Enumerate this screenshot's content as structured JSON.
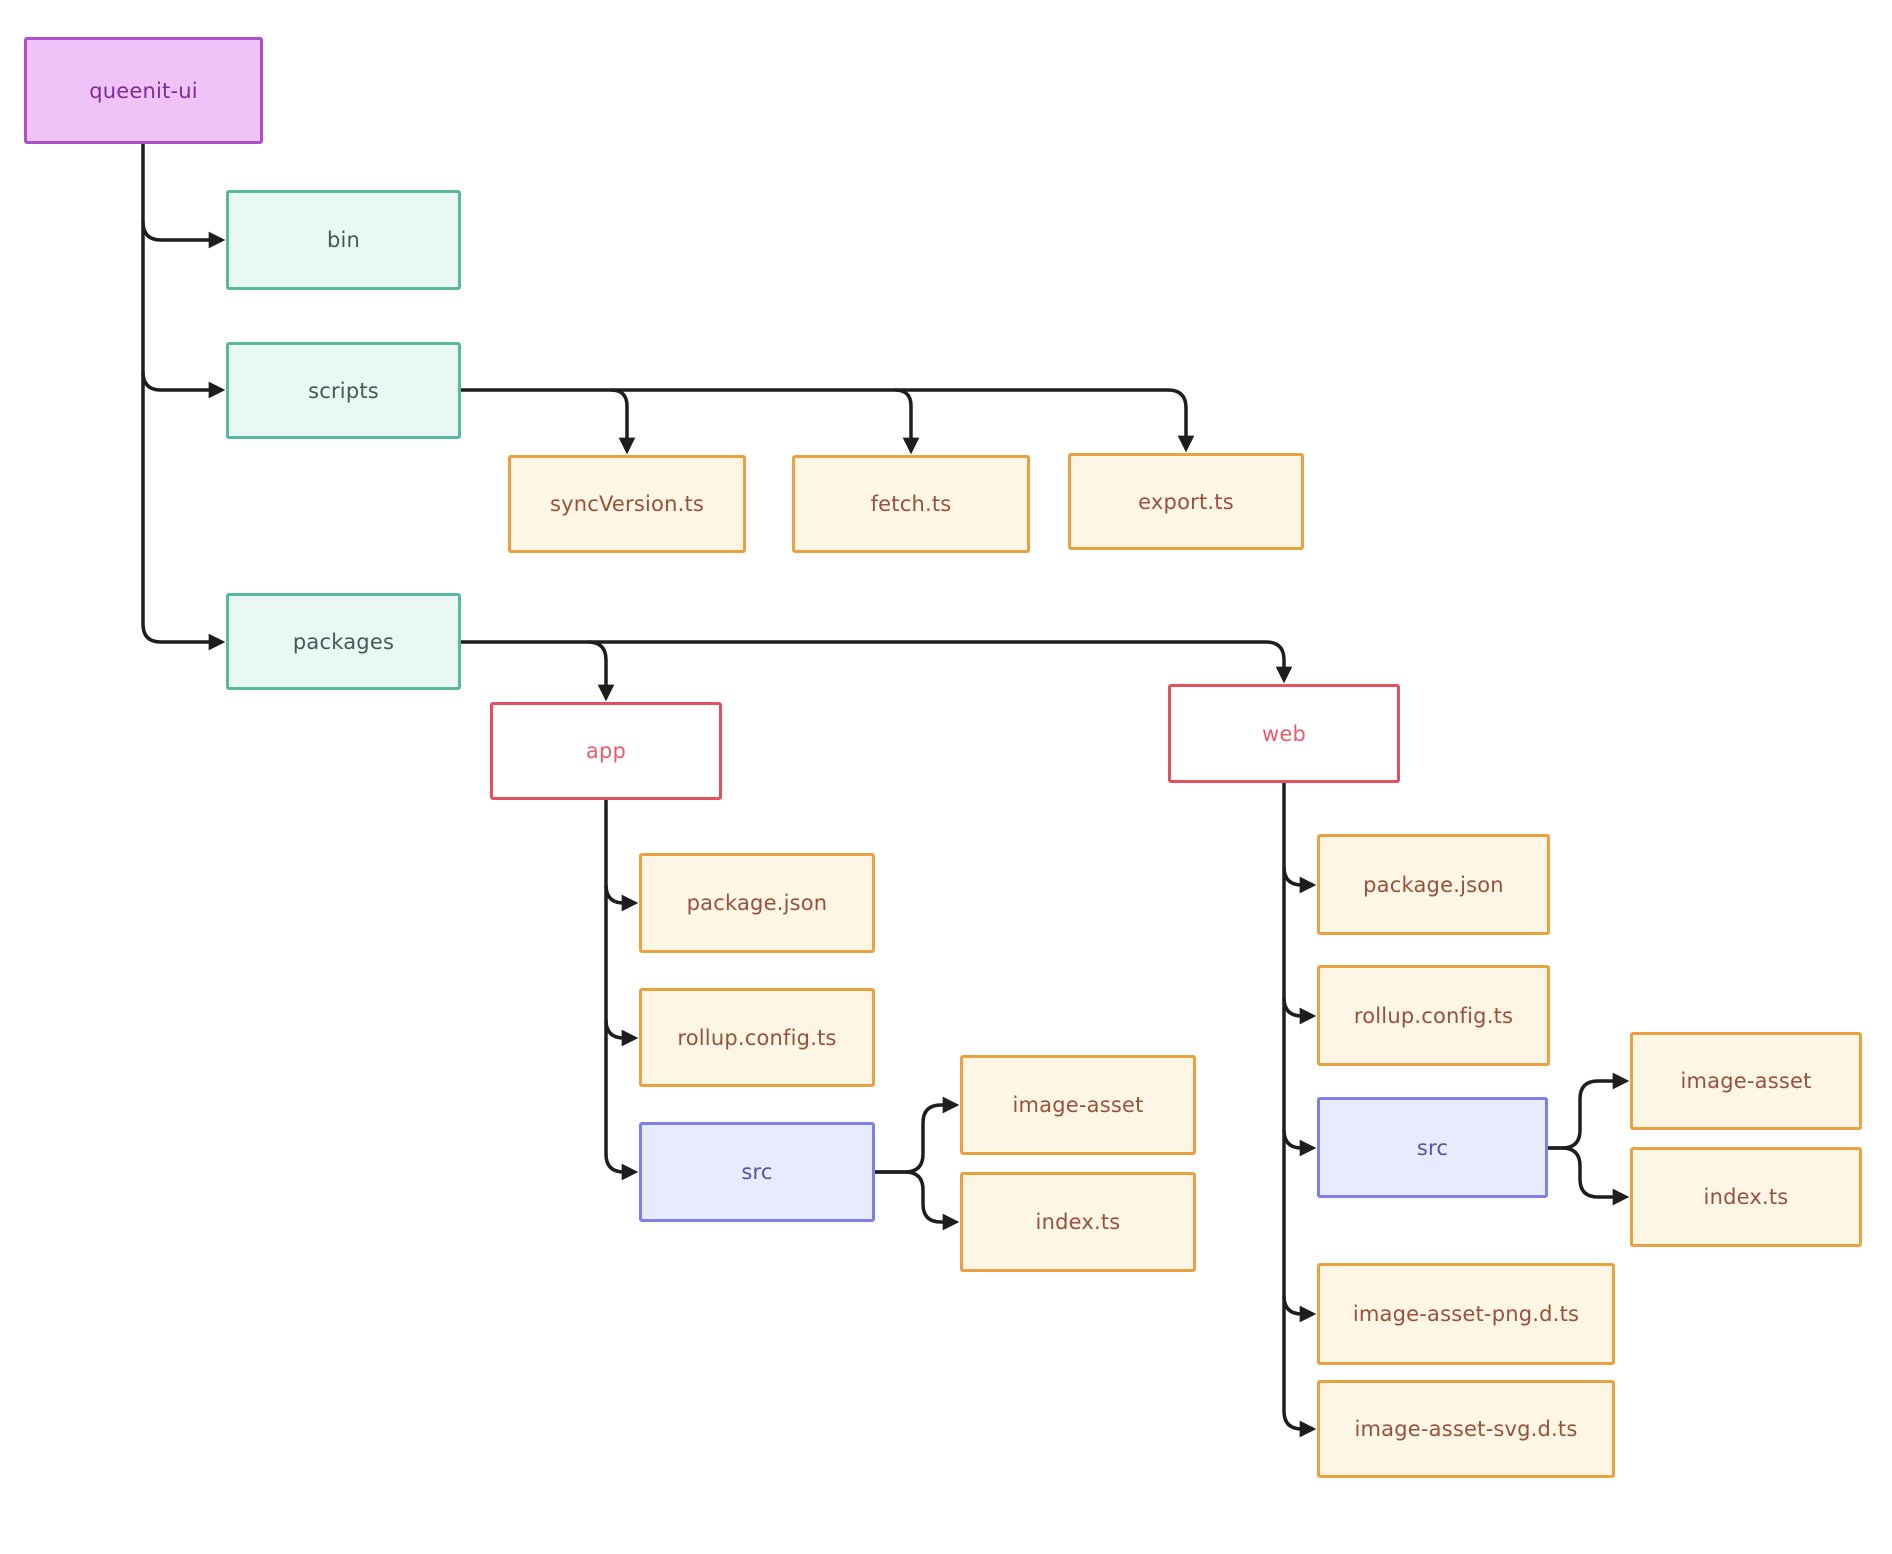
{
  "diagram": {
    "type": "tree",
    "description": "Project folder structure flowchart"
  },
  "theme": {
    "background": "#ffffff",
    "connector": "#1e1e1e",
    "root_bg": "#efc3f7",
    "root_border": "#ae4fcb",
    "root_text": "#7c2c9c",
    "folder_bg": "#e9f8f2",
    "folder_border": "#58b99c",
    "folder_text": "#44585a",
    "file_bg": "#fdf6e4",
    "file_border": "#e9a23f",
    "file_text": "#98513b",
    "package_bg": "#ffffff",
    "package_border": "#e4505f",
    "package_text": "#ea5c6d",
    "src_bg": "#e7ebfd",
    "src_border": "#7c80e8",
    "src_text": "#5a50a8"
  },
  "nodes": {
    "root": {
      "label": "queenit-ui",
      "type": "root"
    },
    "bin": {
      "label": "bin",
      "type": "folder"
    },
    "scripts": {
      "label": "scripts",
      "type": "folder"
    },
    "packages": {
      "label": "packages",
      "type": "folder"
    },
    "syncversion": {
      "label": "syncVersion.ts",
      "type": "file"
    },
    "fetch": {
      "label": "fetch.ts",
      "type": "file"
    },
    "export": {
      "label": "export.ts",
      "type": "file"
    },
    "app": {
      "label": "app",
      "type": "package"
    },
    "web": {
      "label": "web",
      "type": "package"
    },
    "app_package_json": {
      "label": "package.json",
      "type": "file"
    },
    "app_rollup": {
      "label": "rollup.config.ts",
      "type": "file"
    },
    "app_src": {
      "label": "src",
      "type": "src"
    },
    "app_image_asset": {
      "label": "image-asset",
      "type": "file"
    },
    "app_index": {
      "label": "index.ts",
      "type": "file"
    },
    "web_package_json": {
      "label": "package.json",
      "type": "file"
    },
    "web_rollup": {
      "label": "rollup.config.ts",
      "type": "file"
    },
    "web_src": {
      "label": "src",
      "type": "src"
    },
    "web_image_asset": {
      "label": "image-asset",
      "type": "file"
    },
    "web_index": {
      "label": "index.ts",
      "type": "file"
    },
    "web_png_dts": {
      "label": "image-asset-png.d.ts",
      "type": "file"
    },
    "web_svg_dts": {
      "label": "image-asset-svg.d.ts",
      "type": "file"
    }
  },
  "edges": [
    {
      "from": "queenit-ui",
      "to": "bin"
    },
    {
      "from": "queenit-ui",
      "to": "scripts"
    },
    {
      "from": "queenit-ui",
      "to": "packages"
    },
    {
      "from": "scripts",
      "to": "syncVersion.ts"
    },
    {
      "from": "scripts",
      "to": "fetch.ts"
    },
    {
      "from": "scripts",
      "to": "export.ts"
    },
    {
      "from": "packages",
      "to": "app"
    },
    {
      "from": "packages",
      "to": "web"
    },
    {
      "from": "app",
      "to": "package.json"
    },
    {
      "from": "app",
      "to": "rollup.config.ts"
    },
    {
      "from": "app",
      "to": "src"
    },
    {
      "from": "app/src",
      "to": "image-asset"
    },
    {
      "from": "app/src",
      "to": "index.ts"
    },
    {
      "from": "web",
      "to": "package.json"
    },
    {
      "from": "web",
      "to": "rollup.config.ts"
    },
    {
      "from": "web",
      "to": "src"
    },
    {
      "from": "web/src",
      "to": "image-asset"
    },
    {
      "from": "web/src",
      "to": "index.ts"
    },
    {
      "from": "web",
      "to": "image-asset-png.d.ts"
    },
    {
      "from": "web",
      "to": "image-asset-svg.d.ts"
    }
  ]
}
